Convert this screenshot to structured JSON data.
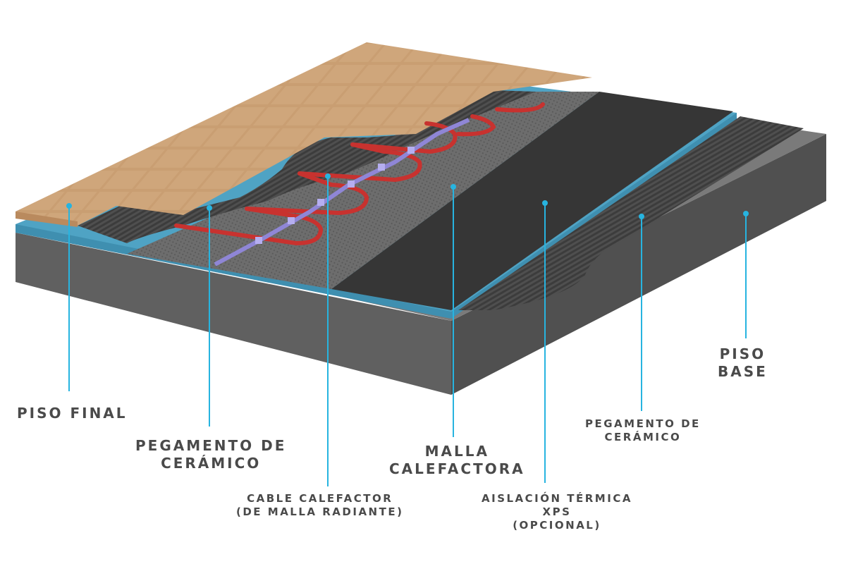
{
  "colors": {
    "tile": "#c99e72",
    "tile_dark": "#b98a5e",
    "adhesive": "#555555",
    "mesh": "#6b6b6b",
    "mat": "#3a3a3a",
    "insulation": "#4fa3c4",
    "base_top": "#7d7d7d",
    "base_side": "#5e5e5e",
    "base_edge": "#4c4c4c",
    "cable": "#c8322f",
    "tape": "#8f86d6",
    "pointer": "#27b4e0",
    "text": "#4a4a4a"
  },
  "labels": {
    "piso_final": {
      "lines": [
        "PISO FINAL"
      ]
    },
    "pegamento_left": {
      "lines": [
        "PEGAMENTO DE",
        "CERÁMICO"
      ]
    },
    "cable": {
      "lines": [
        "CABLE CALEFACTOR",
        "(DE MALLA RADIANTE)"
      ]
    },
    "malla": {
      "lines": [
        "MALLA",
        "CALEFACTORA"
      ]
    },
    "aislacion": {
      "lines": [
        "AISLACIÓN TÉRMICA",
        "XPS",
        "(OPCIONAL)"
      ]
    },
    "pegamento_right": {
      "lines": [
        "PEGAMENTO DE",
        "CERÁMICO"
      ]
    },
    "piso_base": {
      "lines": [
        "PISO",
        "BASE"
      ]
    }
  }
}
